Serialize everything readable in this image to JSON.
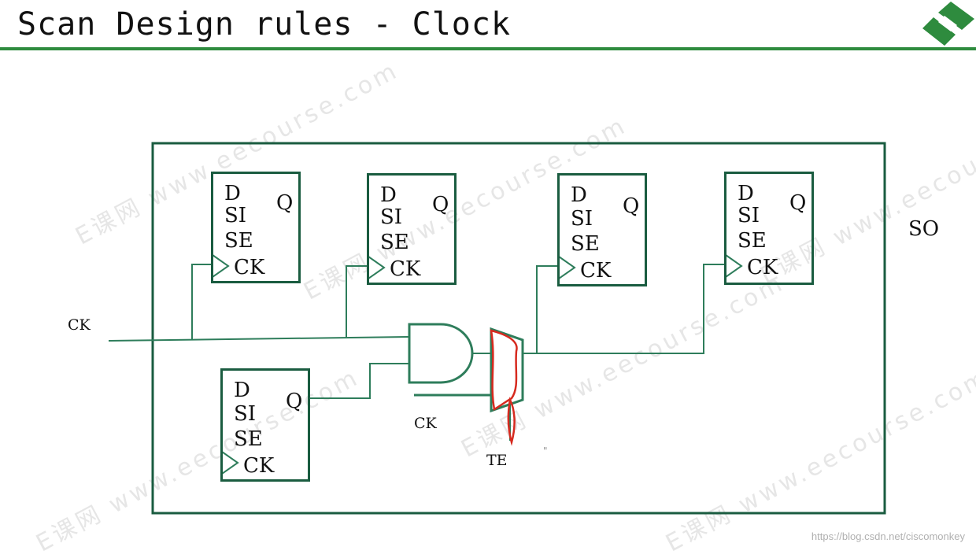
{
  "title": "Scan Design rules - Clock",
  "colors": {
    "accent": "#2e8b3e",
    "wire": "#2e7d5b",
    "box": "#1a5c40",
    "annotation": "#d62a1f"
  },
  "watermark": "E课网 www.eecourse.com",
  "flipflops": [
    {
      "d": "D",
      "si": "SI",
      "se": "SE",
      "ck": "CK",
      "q": "Q"
    },
    {
      "d": "D",
      "si": "SI",
      "se": "SE",
      "ck": "CK",
      "q": "Q"
    },
    {
      "d": "D",
      "si": "SI",
      "se": "SE",
      "ck": "CK",
      "q": "Q"
    },
    {
      "d": "D",
      "si": "SI",
      "se": "SE",
      "ck": "CK",
      "q": "Q"
    },
    {
      "d": "D",
      "si": "SI",
      "se": "SE",
      "ck": "CK",
      "q": "Q"
    }
  ],
  "labels": {
    "ck_input": "CK",
    "ck_gate": "CK",
    "te": "TE",
    "so": "SO",
    "stray": "\""
  },
  "credit": "https://blog.csdn.net/ciscomonkey"
}
